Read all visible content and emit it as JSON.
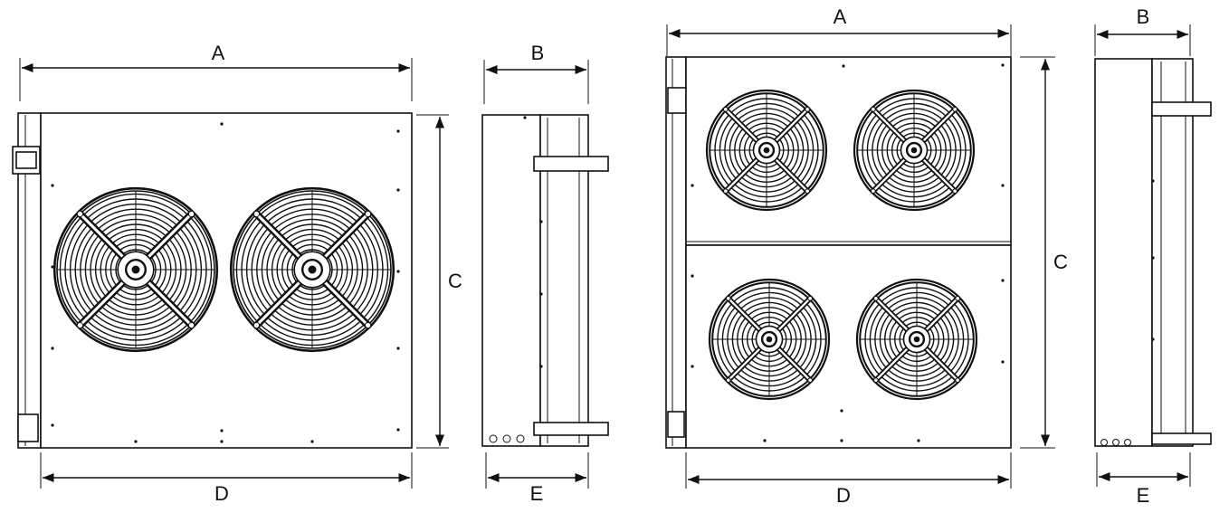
{
  "views": {
    "two_fan_front": {
      "A": "A",
      "C": "C",
      "D": "D"
    },
    "two_fan_side": {
      "B": "B",
      "E": "E"
    },
    "four_fan_front": {
      "A": "A",
      "C": "C",
      "D": "D"
    },
    "four_fan_side": {
      "B": "B",
      "E": "E"
    }
  },
  "colors": {
    "line": "#111111",
    "background": "#ffffff"
  },
  "icons": {
    "fan": "fan-guard-icon"
  }
}
